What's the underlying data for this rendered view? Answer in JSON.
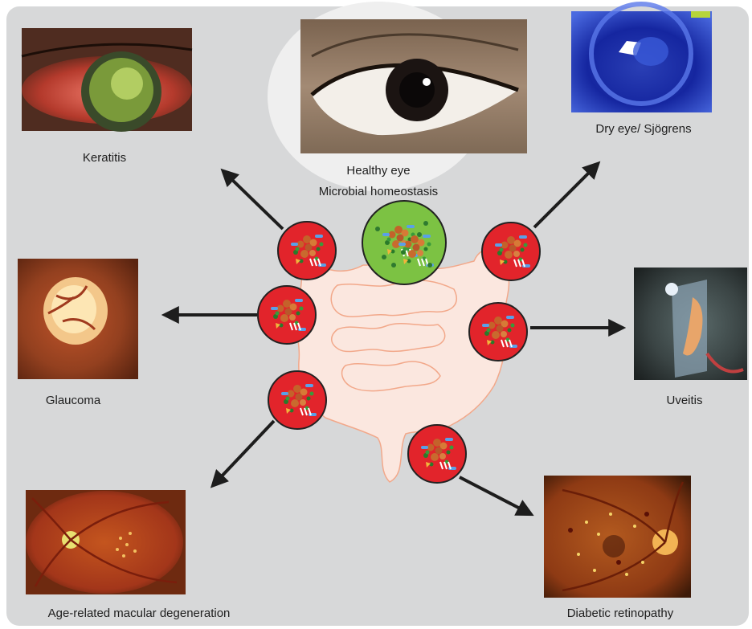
{
  "colors": {
    "panel": "#d7d8d9",
    "healthy_circle": "#efefef",
    "dysbiosis_fill": "#e2242b",
    "homeostasis_fill": "#7cc243",
    "gut_fill": "#fbe7df",
    "gut_stroke": "#f2a88a",
    "arrow": "#1d1d1d"
  },
  "labels": {
    "healthy_eye": "Healthy eye",
    "homeostasis": "Microbial homeostasis",
    "keratitis": "Keratitis",
    "dry_eye": "Dry eye/ Sjögrens",
    "glaucoma": "Glaucoma",
    "uveitis": "Uveitis",
    "amd": "Age-related macular degeneration",
    "diabetic_retinopathy": "Diabetic retinopathy"
  },
  "icons": {
    "healthy_photo": "healthy-eye-photo",
    "keratitis_photo": "keratitis-eye-photo",
    "dry_eye_photo": "dry-eye-fluorescein-photo",
    "glaucoma_photo": "optic-disc-fundus-photo",
    "uveitis_photo": "slit-lamp-photo",
    "amd_photo": "macular-fundus-photo",
    "dr_photo": "diabetic-fundus-photo",
    "microbiome": "gut-microbiome-icon",
    "intestine": "intestine-icon"
  }
}
